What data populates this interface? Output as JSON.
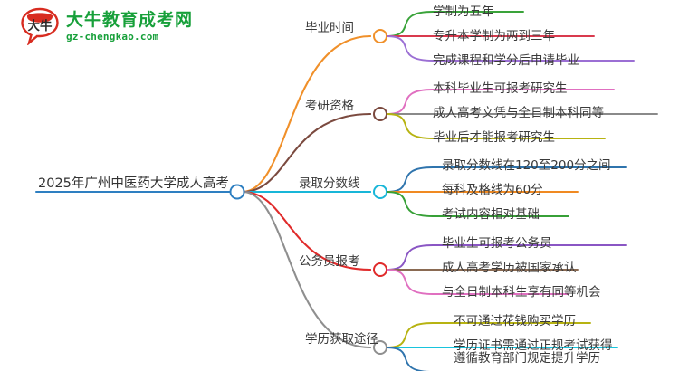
{
  "logo": {
    "mark_text": "大牛",
    "title": "大牛教育成考网",
    "subtitle": "gz-chengkao.com",
    "brand_color": "#17a03a",
    "mark_color": "#d82c20"
  },
  "mindmap": {
    "root": {
      "label": "2025年广州中医药大学成人高考",
      "color": "#2e7fc1"
    },
    "branches": [
      {
        "label": "毕业时间",
        "color": "#f0902a",
        "children": [
          {
            "label": "学制为五年",
            "color": "#3aa33a"
          },
          {
            "label": "专升本学制为两到三年",
            "color": "#d93a4e"
          },
          {
            "label": "完成课程和学分后申请毕业",
            "color": "#9b6fd4"
          }
        ]
      },
      {
        "label": "考研资格",
        "color": "#7b4a3f",
        "children": [
          {
            "label": "本科毕业生可报考研究生",
            "color": "#e06fc0"
          },
          {
            "label": "成人高考文凭与全日制本科同等",
            "color": "#8a8a8a"
          },
          {
            "label": "毕业后才能报考研究生",
            "color": "#b7b312"
          }
        ]
      },
      {
        "label": "录取分数线",
        "color": "#18b6d8",
        "children": [
          {
            "label": "录取分数线在120至200分之间",
            "color": "#2f74ad"
          },
          {
            "label": "每科及格线为60分",
            "color": "#f08a22"
          },
          {
            "label": "考试内容相对基础",
            "color": "#37a037"
          }
        ]
      },
      {
        "label": "公务员报考",
        "color": "#e02b2b",
        "children": [
          {
            "label": "毕业生可报考公务员",
            "color": "#8a56c4"
          },
          {
            "label": "成人高考学历被国家承认",
            "color": "#8a6a52"
          },
          {
            "label": "与全日制本科生享有同等机会",
            "color": "#e06fc0"
          }
        ]
      },
      {
        "label": "学历获取途径",
        "color": "#8f8f8f",
        "children": [
          {
            "label": "不可通过花钱购买学历",
            "color": "#b7b312"
          },
          {
            "label": "学历证书需通过正规考试获得",
            "color": "#18c4dd"
          },
          {
            "label": "遵循教育部门规定提升学历",
            "color": "#2f74ad"
          }
        ]
      }
    ]
  }
}
